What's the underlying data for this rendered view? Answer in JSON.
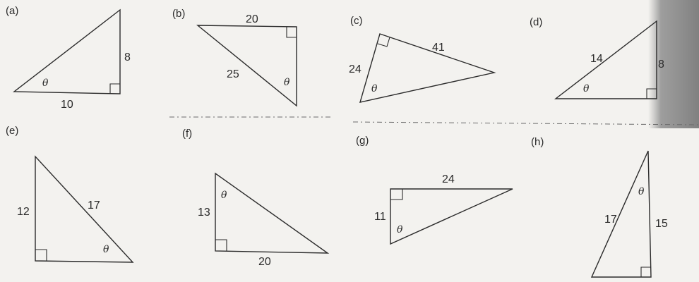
{
  "figures": [
    {
      "id": "a",
      "label": "(a)",
      "sides": [
        "8",
        "10"
      ],
      "angle": "θ"
    },
    {
      "id": "b",
      "label": "(b)",
      "sides": [
        "20",
        "25"
      ],
      "angle": "θ"
    },
    {
      "id": "c",
      "label": "(c)",
      "sides": [
        "24",
        "41"
      ],
      "angle": "θ"
    },
    {
      "id": "d",
      "label": "(d)",
      "sides": [
        "14",
        "8"
      ],
      "angle": "θ"
    },
    {
      "id": "e",
      "label": "(e)",
      "sides": [
        "12",
        "17"
      ],
      "angle": "θ"
    },
    {
      "id": "f",
      "label": "(f)",
      "sides": [
        "13",
        "20"
      ],
      "angle": "θ"
    },
    {
      "id": "g",
      "label": "(g)",
      "sides": [
        "24",
        "11"
      ],
      "angle": "θ"
    },
    {
      "id": "h",
      "label": "(h)",
      "sides": [
        "17",
        "15"
      ],
      "angle": "θ"
    }
  ],
  "colors": {
    "ink": "#2b2b2b",
    "paper": "#f3f2ef",
    "shadow": "#8a8a8a"
  }
}
